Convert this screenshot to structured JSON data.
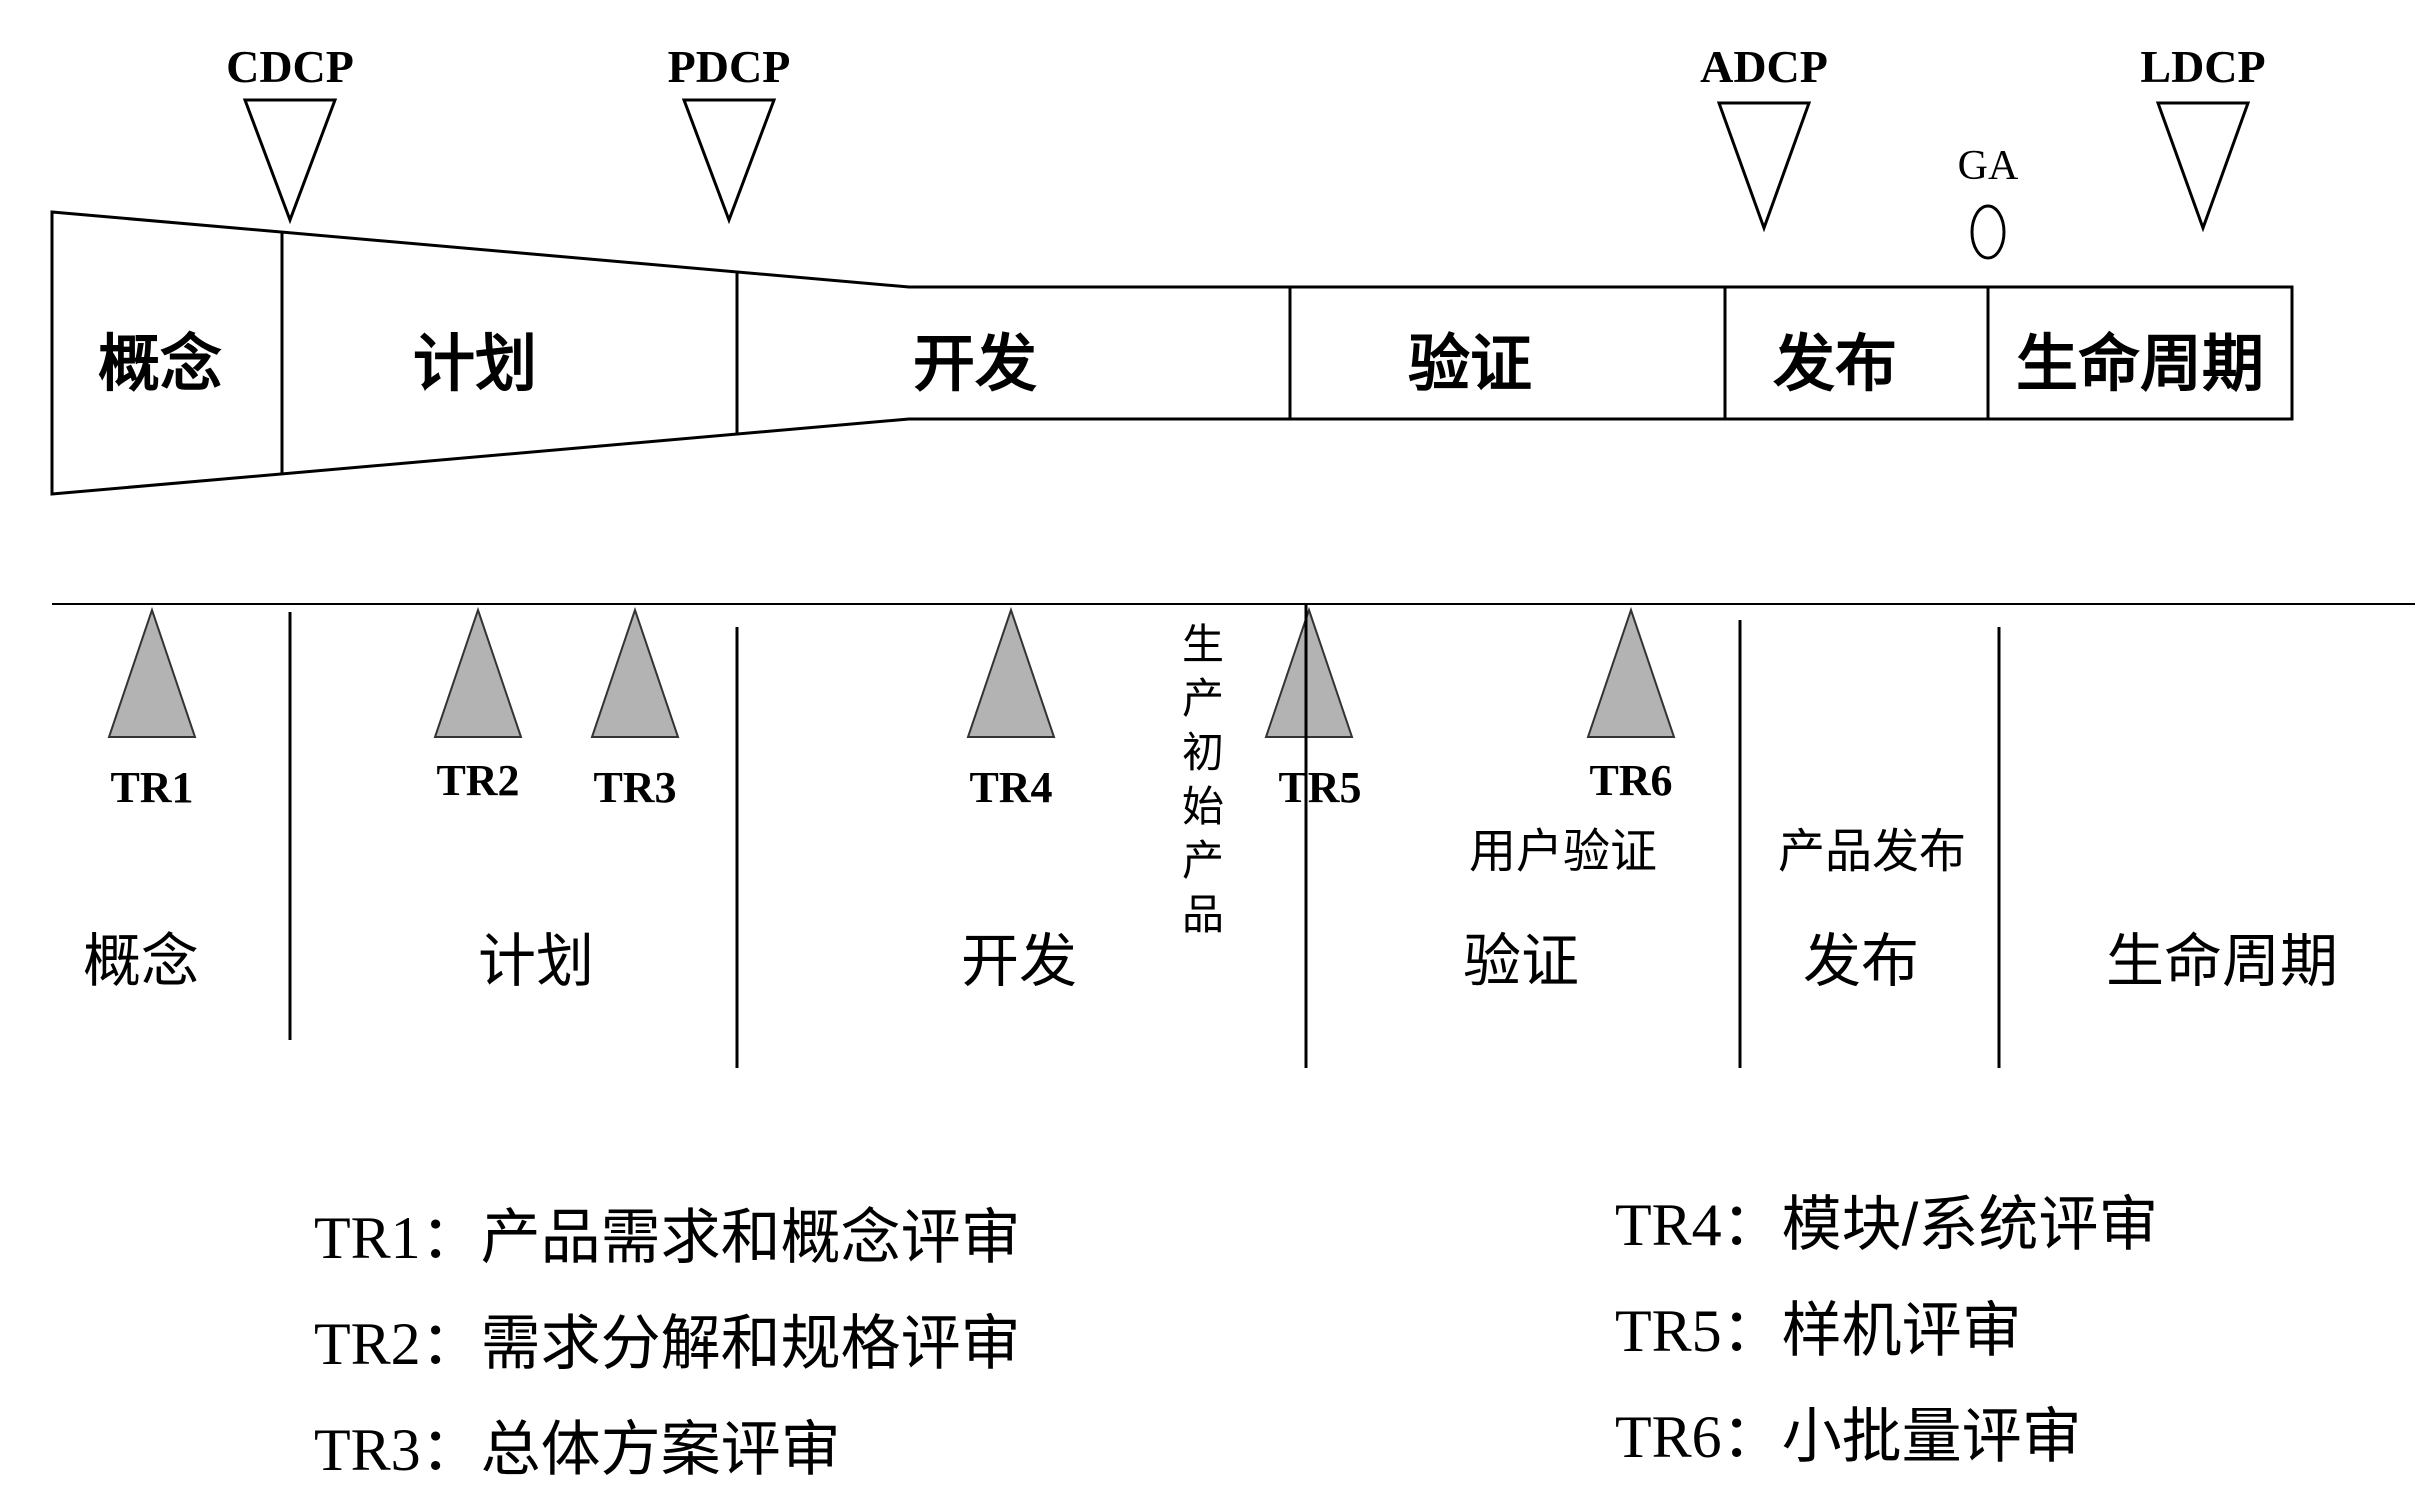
{
  "diagram": {
    "checkpoints": [
      {
        "id": "CDCP",
        "label": "CDCP"
      },
      {
        "id": "PDCP",
        "label": "PDCP"
      },
      {
        "id": "ADCP",
        "label": "ADCP"
      },
      {
        "id": "GA",
        "label": "GA"
      },
      {
        "id": "LDCP",
        "label": "LDCP"
      }
    ],
    "phases_top": [
      {
        "label": "概念"
      },
      {
        "label": "计划"
      },
      {
        "label": "开发"
      },
      {
        "label": "验证"
      },
      {
        "label": "发布"
      },
      {
        "label": "生命周期"
      }
    ],
    "tr_markers": [
      {
        "label": "TR1"
      },
      {
        "label": "TR2"
      },
      {
        "label": "TR3"
      },
      {
        "label": "TR4"
      },
      {
        "label": "TR5"
      },
      {
        "label": "TR6"
      }
    ],
    "annotations": {
      "production_initial_product": "生产初始产品",
      "user_verification": "用户验证",
      "product_release": "产品发布"
    },
    "phases_bottom": [
      {
        "label": "概念"
      },
      {
        "label": "计划"
      },
      {
        "label": "开发"
      },
      {
        "label": "验证"
      },
      {
        "label": "发布"
      },
      {
        "label": "生命周期"
      }
    ],
    "legend": {
      "left": [
        {
          "code": "TR1：",
          "text": "产品需求和概念评审"
        },
        {
          "code": "TR2：",
          "text": "需求分解和规格评审"
        },
        {
          "code": "TR3：",
          "text": "总体方案评审"
        }
      ],
      "right": [
        {
          "code": "TR4：",
          "text": "模块/系统评审"
        },
        {
          "code": "TR5：",
          "text": "样机评审"
        },
        {
          "code": "TR6：",
          "text": "小批量评审"
        }
      ]
    },
    "colors": {
      "stroke": "#000000",
      "shape_fill": "#ffffff",
      "marker_fill": "#b3b3b3",
      "background": "#ffffff"
    }
  }
}
